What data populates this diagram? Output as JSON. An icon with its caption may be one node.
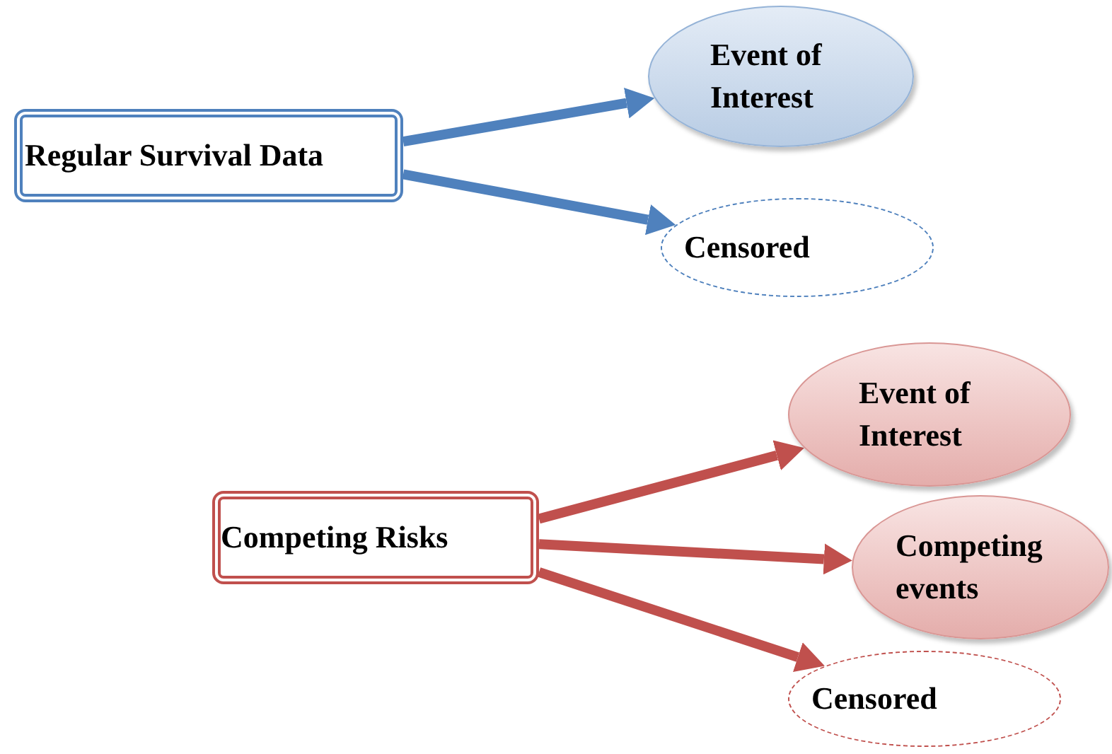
{
  "diagram": {
    "nodes": [
      {
        "text": [
          "Regular Survival Data"
        ]
      },
      {
        "text": [
          "Event of Interest"
        ]
      },
      {
        "text": [
          "Censored"
        ]
      },
      {
        "text": [
          "Competing Risks"
        ]
      },
      {
        "text": [
          "Event of Interest"
        ]
      },
      {
        "text": [
          "Competing events"
        ]
      },
      {
        "text": [
          "Censored"
        ]
      }
    ],
    "edges": [
      {
        "from": 0,
        "to": 1,
        "arrow": "to",
        "color": "#4f81bd"
      },
      {
        "from": 0,
        "to": 2,
        "arrow": "to",
        "color": "#4f81bd"
      },
      {
        "from": 3,
        "to": 4,
        "arrow": "to"
      },
      {
        "from": 3,
        "to": 5,
        "arrow": "to"
      },
      {
        "from": 3,
        "to": 6,
        "arrow": "to"
      }
    ]
  }
}
